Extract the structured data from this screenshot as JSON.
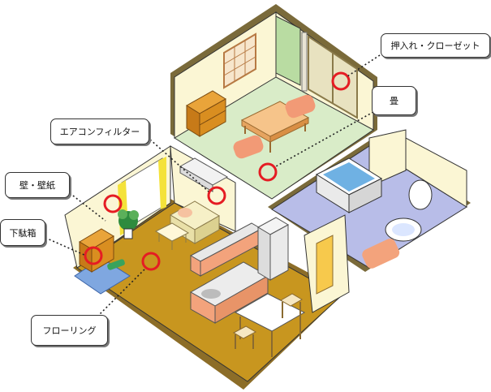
{
  "labels": {
    "closet": "押入れ・クローゼット",
    "tatami": "畳",
    "aircon_filter": "エアコンフィルター",
    "wall": "壁・壁紙",
    "shoe_cabinet": "下駄箱",
    "flooring": "フローリング"
  },
  "colors": {
    "wall_cream": "#fbf6d4",
    "floor_wood": "#c8961f",
    "tatami_green": "#d8ecc8",
    "bath_floor": "#b8bde8",
    "marker_red": "#e51c23",
    "kitchen_salmon": "#f3a37c",
    "leader_line": "#222222"
  }
}
